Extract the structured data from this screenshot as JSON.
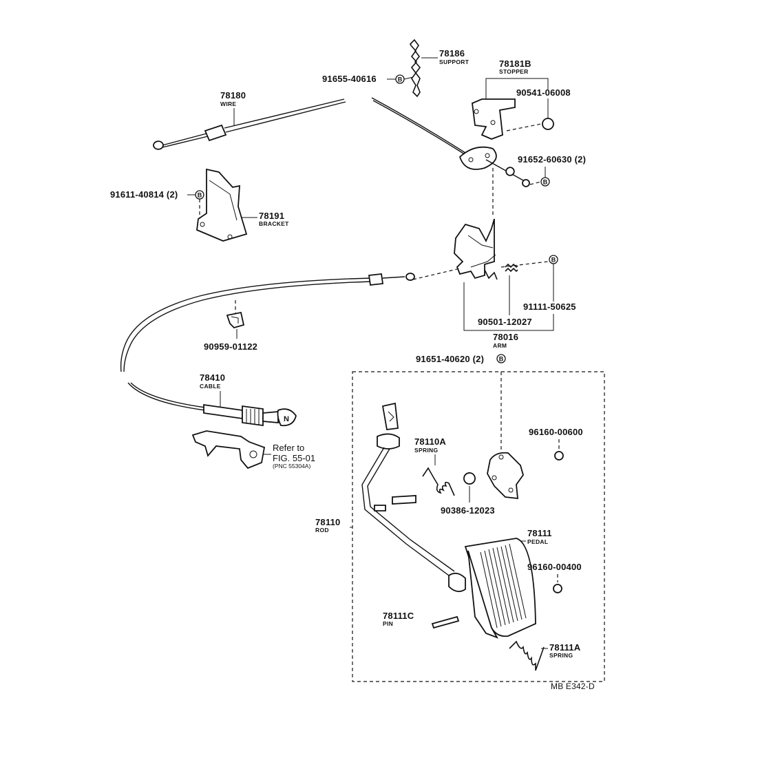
{
  "parts": [
    {
      "key": "p78186",
      "number": "78186",
      "name": "SUPPORT"
    },
    {
      "key": "p91655",
      "number": "91655-40616",
      "name": ""
    },
    {
      "key": "p78181B",
      "number": "78181B",
      "name": "STOPPER"
    },
    {
      "key": "p90541",
      "number": "90541-06008",
      "name": ""
    },
    {
      "key": "p78180",
      "number": "78180",
      "name": "WIRE"
    },
    {
      "key": "p91652",
      "number": "91652-60630 (2)",
      "name": ""
    },
    {
      "key": "p91611",
      "number": "91611-40814 (2)",
      "name": ""
    },
    {
      "key": "p78191",
      "number": "78191",
      "name": "BRACKET"
    },
    {
      "key": "p91111",
      "number": "91111-50625",
      "name": ""
    },
    {
      "key": "p90501",
      "number": "90501-12027",
      "name": ""
    },
    {
      "key": "p78016",
      "number": "78016",
      "name": "ARM"
    },
    {
      "key": "p90959",
      "number": "90959-01122",
      "name": ""
    },
    {
      "key": "p91651",
      "number": "91651-40620 (2)",
      "name": ""
    },
    {
      "key": "p78410",
      "number": "78410",
      "name": "CABLE"
    },
    {
      "key": "p96160a",
      "number": "96160-00600",
      "name": ""
    },
    {
      "key": "p78110A",
      "number": "78110A",
      "name": "SPRING"
    },
    {
      "key": "p90386",
      "number": "90386-12023",
      "name": ""
    },
    {
      "key": "p78110",
      "number": "78110",
      "name": "ROD"
    },
    {
      "key": "p78111",
      "number": "78111",
      "name": "PEDAL"
    },
    {
      "key": "p96160b",
      "number": "96160-00400",
      "name": ""
    },
    {
      "key": "p78111C",
      "number": "78111C",
      "name": "PIN"
    },
    {
      "key": "p78111A",
      "number": "78111A",
      "name": "SPRING"
    }
  ],
  "badge_letter": "B",
  "knob_letter": "N",
  "reference": {
    "line1": "Refer to",
    "line2": "FIG. 55-01",
    "line3": "(PNC 55304A)"
  },
  "footer_code": "MB  E342-D"
}
